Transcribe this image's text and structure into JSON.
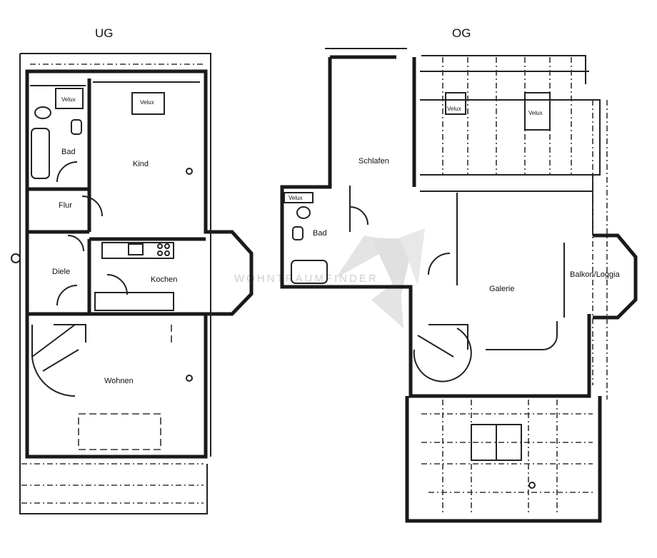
{
  "ug": {
    "title": "UG",
    "rooms": {
      "bad": "Bad",
      "velux_bad": "Velux",
      "velux_kind": "Velux",
      "kind": "Kind",
      "flur": "Flur",
      "diele": "Diele",
      "kochen": "Kochen",
      "wohnen": "Wohnen"
    }
  },
  "og": {
    "title": "OG",
    "rooms": {
      "schlafen": "Schlafen",
      "velux_bad": "Velux",
      "bad": "Bad",
      "velux_1": "Velux",
      "velux_2": "Velux",
      "galerie": "Galerie",
      "balkon": "Balkon/Loggia"
    }
  },
  "watermark": "WOHNTRAUMFINDER",
  "colors": {
    "ink": "#1a1a1a",
    "watermark": "#cfcfcf",
    "background": "#ffffff"
  }
}
